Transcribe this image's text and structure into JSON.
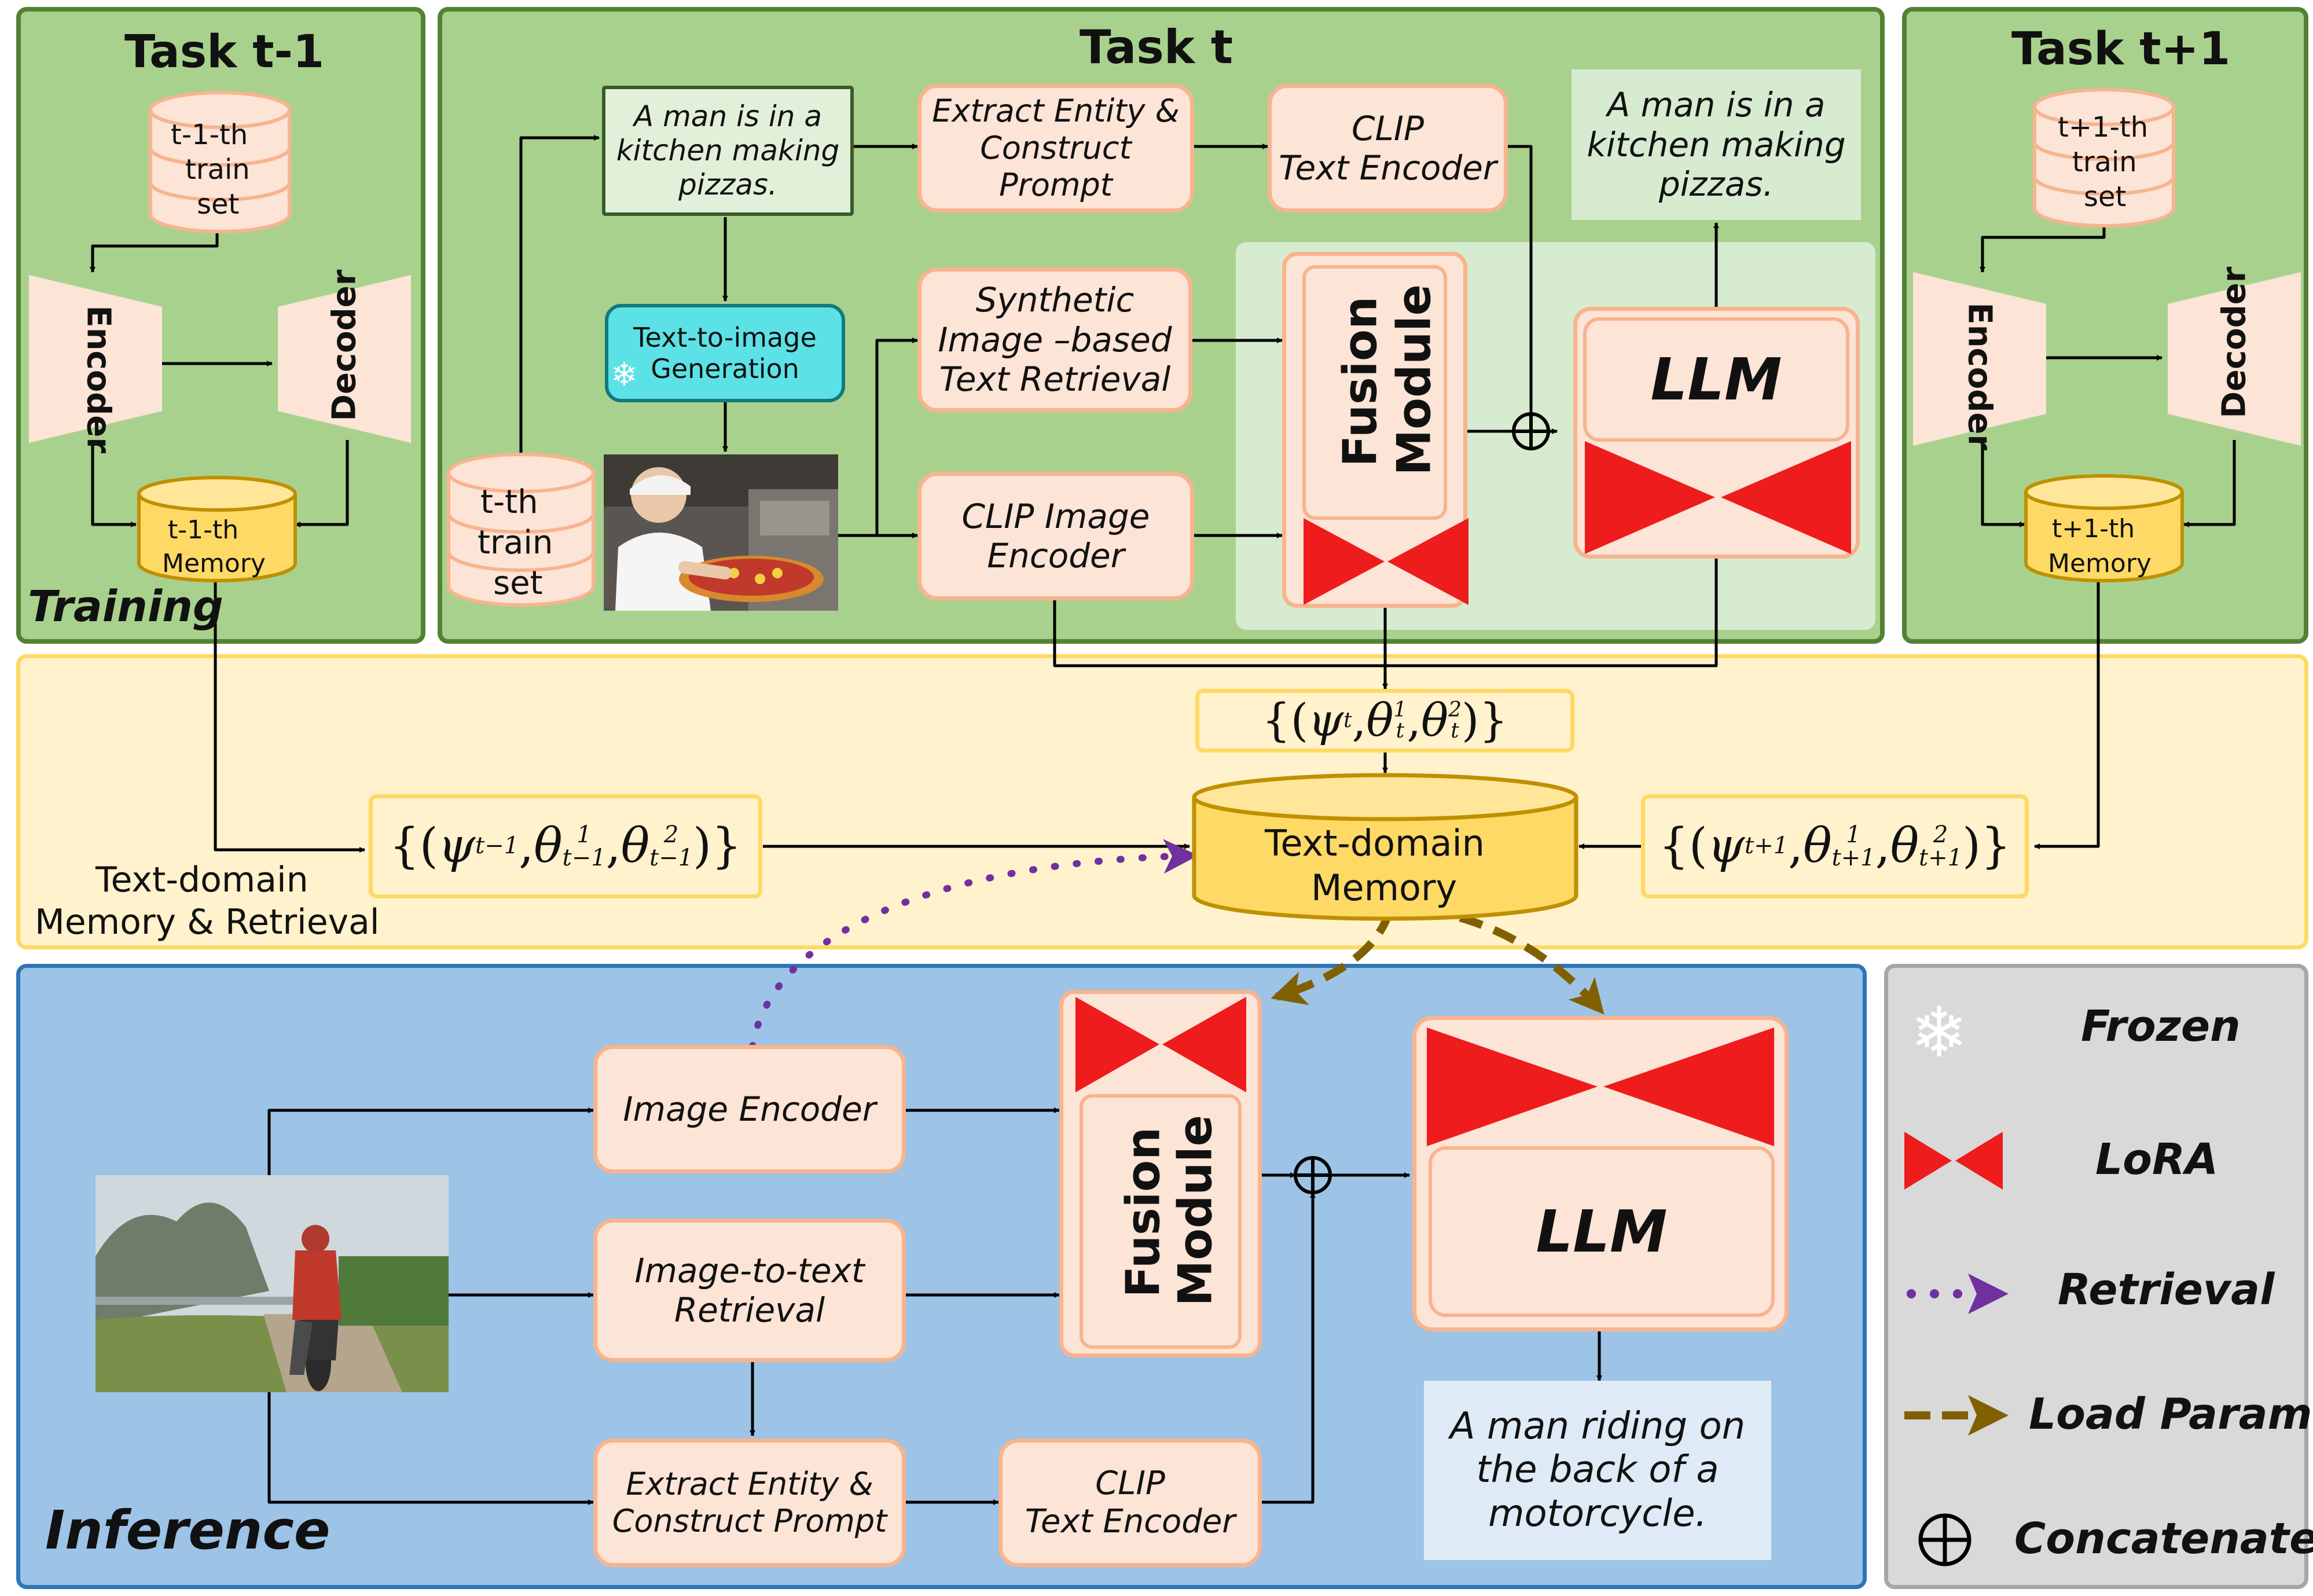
{
  "training": {
    "label": "Training",
    "task_prev": {
      "title": "Task t-1",
      "train_set": [
        "t-1-th",
        "train",
        "set"
      ],
      "encoder": "Encoder",
      "decoder": "Decoder",
      "memory": [
        "t-1-th",
        "Memory"
      ]
    },
    "task_next": {
      "title": "Task t+1",
      "train_set": [
        "t+1-th",
        "train",
        "set"
      ],
      "encoder": "Encoder",
      "decoder": "Decoder",
      "memory": [
        "t+1-th",
        "Memory"
      ]
    },
    "task_cur": {
      "title": "Task t",
      "caption_box": [
        "A man is in a",
        "kitchen making",
        "pizzas."
      ],
      "extract_entity": [
        "Extract Entity &",
        "Construct Prompt"
      ],
      "clip_text": [
        "CLIP",
        "Text Encoder"
      ],
      "output_caption": [
        "A man is in a",
        "kitchen making",
        "pizzas."
      ],
      "t2i": [
        "Text-to-image",
        "Generation"
      ],
      "synthetic": [
        "Synthetic",
        "Image –based",
        "Text Retrieval"
      ],
      "train_set": [
        "t-th",
        "train",
        "set"
      ],
      "clip_image": [
        "CLIP Image",
        "Encoder"
      ],
      "fusion": [
        "Fusion",
        "Module"
      ],
      "llm": "LLM"
    }
  },
  "memory_band": {
    "label": [
      "Text-domain",
      "Memory & Retrieval"
    ],
    "db": [
      "Text-domain",
      "Memory"
    ],
    "param_prev": {
      "psi": "ψ",
      "psi_sub": "t−1",
      "theta": "θ",
      "sup1": "1",
      "sup2": "2",
      "sub": "t−1"
    },
    "param_cur": {
      "psi": "ψ",
      "psi_sub": "t",
      "theta": "θ",
      "sup1": "1",
      "sup2": "2",
      "sub": "t"
    },
    "param_next": {
      "psi": "ψ",
      "psi_sub": "t+1",
      "theta": "θ",
      "sup1": "1",
      "sup2": "2",
      "sub": "t+1"
    },
    "brace_open": "{(",
    "brace_close": ")}",
    "comma": ","
  },
  "inference": {
    "label": "Inference",
    "image_encoder": "Image Encoder",
    "i2t": [
      "Image-to-text",
      "Retrieval"
    ],
    "extract_entity": [
      "Extract Entity &",
      "Construct Prompt"
    ],
    "clip_text": [
      "CLIP",
      "Text Encoder"
    ],
    "fusion": [
      "Fusion",
      "Module"
    ],
    "llm": "LLM",
    "output_caption": [
      "A man riding on",
      "the back of a",
      "motorcycle."
    ]
  },
  "legend": {
    "frozen": "Frozen",
    "lora": "LoRA",
    "retrieval": "Retrieval",
    "load_param": "Load Param",
    "concatenate": "Concatenate"
  },
  "colors": {
    "green_panel": "#a9d18e",
    "green_border": "#548235",
    "yellow_panel": "#fff2cc",
    "yellow_border": "#ffd966",
    "blue_panel": "#9dc3e6",
    "blue_border": "#2e75b6",
    "legend_panel": "#d9d9d9",
    "legend_border": "#a6a6a6",
    "peach": "#fce4d6",
    "peach_border": "#f7b48e",
    "lora_red": "#ee1c1c",
    "retrieval_purple": "#7030a0",
    "load_param_olive": "#806000",
    "memory_gold": "#ffd966",
    "t2i_cyan": "#5ce1e6"
  }
}
